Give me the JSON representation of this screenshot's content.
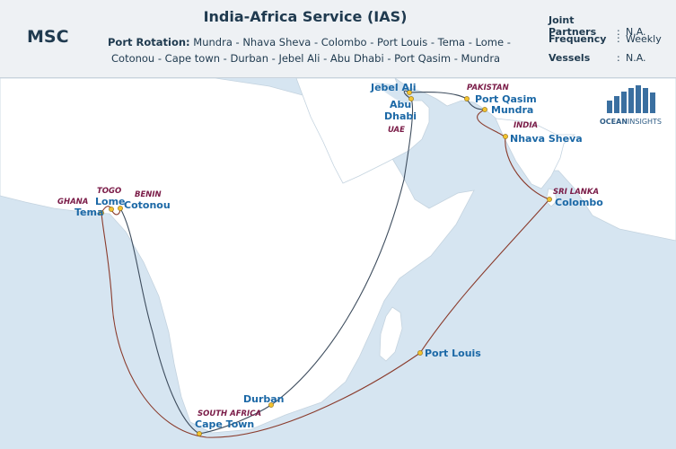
{
  "header": {
    "carrier": "MSC",
    "service_title": "India-Africa Service (IAS)",
    "rotation_label": "Port Rotation:",
    "rotation_line1": " Mundra - Nhava Sheva - Colombo - Port Louis - Tema - Lome -",
    "rotation_line2": "Cotonou - Cape town - Durban - Jebel Ali - Abu Dhabi - Port Qasim - Mundra",
    "meta": [
      {
        "label": "Joint Partners",
        "value": "N.A."
      },
      {
        "label": "Frequency",
        "value": "Weekly"
      },
      {
        "label": "Vessels",
        "value": "N.A."
      }
    ]
  },
  "logo": {
    "text_bold": "OCEAN",
    "text_light": "INSIGHTS"
  },
  "map": {
    "ports": [
      {
        "name": "Jebel Ali"
      },
      {
        "name": "Abu"
      },
      {
        "name": "Dhabi"
      },
      {
        "name": "Port Qasim"
      },
      {
        "name": "Mundra"
      },
      {
        "name": "Nhava Sheva"
      },
      {
        "name": "Colombo"
      },
      {
        "name": "Port Louis"
      },
      {
        "name": "Tema"
      },
      {
        "name": "Lome"
      },
      {
        "name": "Cotonou"
      },
      {
        "name": "Durban"
      },
      {
        "name": "Cape Town"
      }
    ],
    "countries": [
      {
        "name": "UAE"
      },
      {
        "name": "PAKISTAN"
      },
      {
        "name": "INDIA"
      },
      {
        "name": "SRI LANKA"
      },
      {
        "name": "GHANA"
      },
      {
        "name": "TOGO"
      },
      {
        "name": "BENIN"
      },
      {
        "name": "SOUTH AFRICA"
      }
    ],
    "colors": {
      "sea": "#d6e5f1",
      "land": "#ffffff",
      "route_outbound": "#8a3b2c",
      "route_return": "#3e4d5e",
      "port_dot": "#f2c230"
    }
  }
}
